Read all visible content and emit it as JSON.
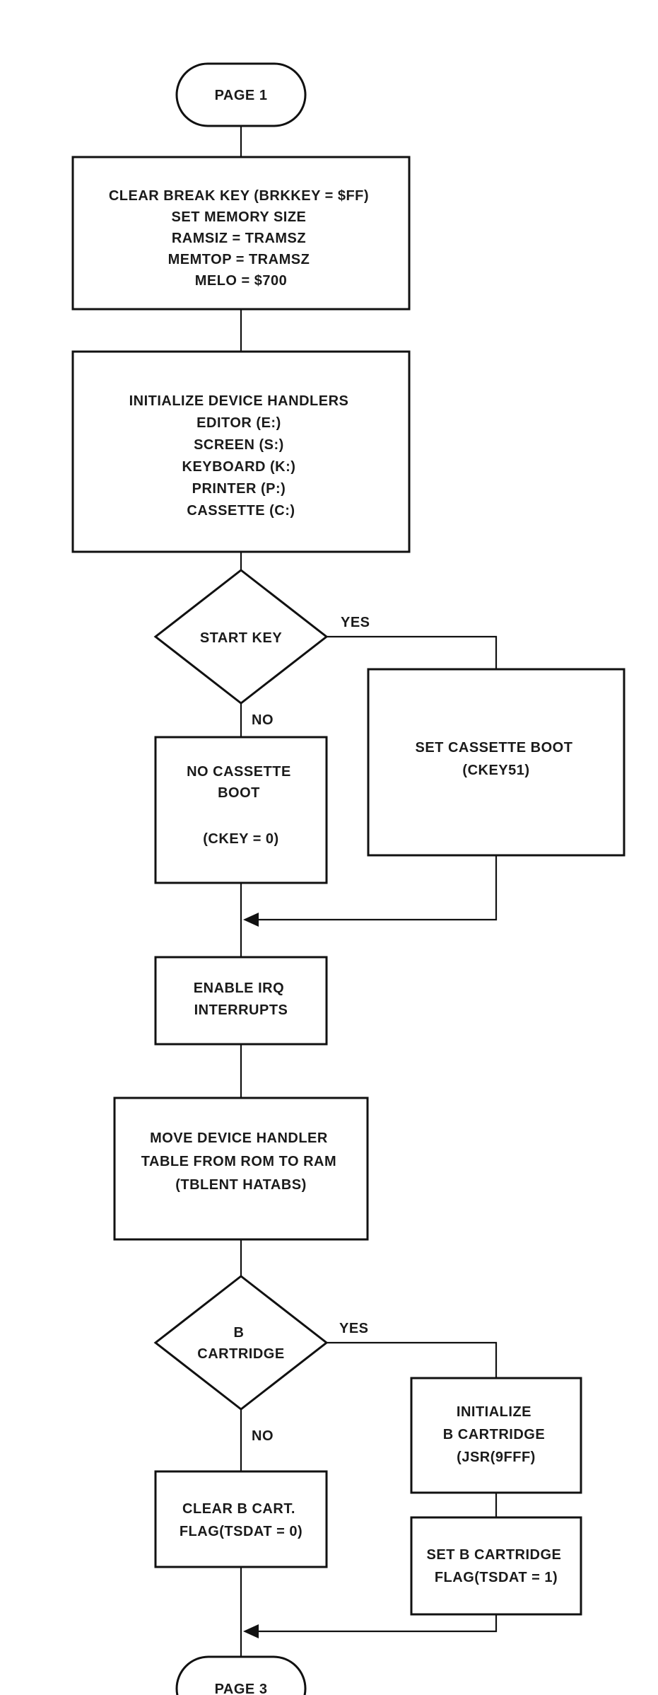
{
  "diagram": {
    "nodes": {
      "page1": {
        "lines": [
          "PAGE 1"
        ]
      },
      "clear_break": {
        "lines": [
          "CLEAR BREAK KEY (BRKKEY = $FF)",
          "SET MEMORY SIZE",
          "RAMSIZ = TRAMSZ",
          "MEMTOP = TRAMSZ",
          "MELO = $700"
        ]
      },
      "init_handlers": {
        "lines": [
          "INITIALIZE DEVICE HANDLERS",
          "EDITOR (E:)",
          "SCREEN (S:)",
          "KEYBOARD (K:)",
          "PRINTER (P:)",
          "CASSETTE (C:)"
        ]
      },
      "start_key": {
        "lines": [
          "START KEY"
        ]
      },
      "no_cassette": {
        "lines": [
          "NO CASSETTE",
          "BOOT",
          "",
          "(CKEY = 0)"
        ]
      },
      "set_cassette": {
        "lines": [
          "SET CASSETTE BOOT",
          "(CKEY51)"
        ]
      },
      "enable_irq": {
        "lines": [
          "ENABLE IRQ",
          "INTERRUPTS"
        ]
      },
      "move_table": {
        "lines": [
          "MOVE DEVICE HANDLER",
          "TABLE FROM ROM TO RAM",
          "(TBLENT       HATABS)"
        ]
      },
      "b_cart": {
        "lines": [
          "B",
          "CARTRIDGE"
        ]
      },
      "init_b_cart": {
        "lines": [
          "INITIALIZE",
          "B CARTRIDGE",
          "(JSR(9FFF)"
        ]
      },
      "clear_b_flag": {
        "lines": [
          "CLEAR B CART.",
          "FLAG(TSDAT = 0)"
        ]
      },
      "set_b_flag": {
        "lines": [
          "SET B CARTRIDGE",
          "FLAG(TSDAT = 1)"
        ]
      },
      "page3": {
        "lines": [
          "PAGE 3"
        ]
      }
    },
    "edge_labels": {
      "start_yes": "YES",
      "start_no": "NO",
      "cart_yes": "YES",
      "cart_no": "NO"
    }
  }
}
